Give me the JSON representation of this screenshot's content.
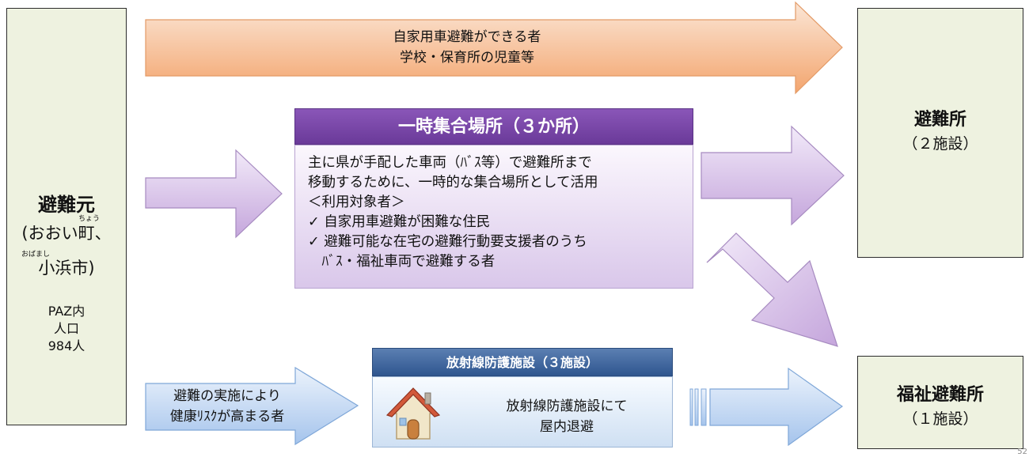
{
  "source": {
    "title": "避難元",
    "line1": "(おおい町、",
    "line1_ruby": "ちょう",
    "line2": "小浜市)",
    "line2_ruby": "おばまし",
    "info": [
      "PAZ内",
      "人口",
      "984人"
    ]
  },
  "top_arrow": {
    "line1": "自家用車避難ができる者",
    "line2": "学校・保育所の児童等"
  },
  "temporary_place": {
    "header": "一時集合場所（３か所）",
    "lines": [
      "主に県が手配した車両（ﾊﾞｽ等）で避難所まで",
      "移動するために、一時的な集合場所として活用",
      "＜利用対象者＞",
      "✓ 自家用車避難が困難な住民",
      "✓ 避難可能な在宅の避難行動要支援者のうち",
      "　ﾊﾞｽ・福祉車両で避難する者"
    ]
  },
  "shelter": {
    "title": "避難所",
    "subtitle": "（２施設）"
  },
  "radiation_facility": {
    "header": "放射線防護施設（３施設）",
    "line1": "放射線防護施設にて",
    "line2": "屋内退避"
  },
  "bottom_arrow": {
    "line1": "避難の実施により",
    "line2": "健康ﾘｽｸが高まる者"
  },
  "welfare_shelter": {
    "title": "福祉避難所",
    "subtitle": "（１施設）"
  },
  "page_number": "52",
  "colors": {
    "orange_arrow_top": "#f9ddc8",
    "orange_arrow_bottom": "#f3a56e",
    "purple_arrow_top": "#efe6f7",
    "purple_arrow_bottom": "#c9acde",
    "blue_arrow_top": "#e8f1fc",
    "blue_arrow_bottom": "#a9c8ee",
    "box_fill": "#eef2e0"
  },
  "icons": [
    "house-icon"
  ]
}
